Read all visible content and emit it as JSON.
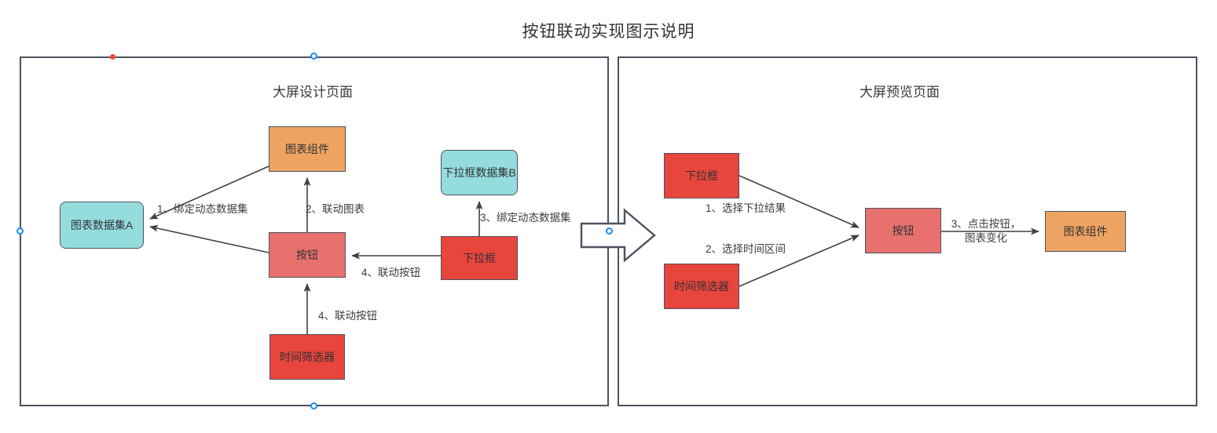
{
  "title": "按钮联动实现图示说明",
  "panels": {
    "left": {
      "title": "大屏设计页面"
    },
    "right": {
      "title": "大屏预览页面"
    }
  },
  "nodes": {
    "left": [
      {
        "id": "dataset-a",
        "label": "图表数据集A",
        "color": "#95DDDD"
      },
      {
        "id": "chart-comp",
        "label": "图表组件",
        "color": "#EFA362"
      },
      {
        "id": "button",
        "label": "按钮",
        "color": "#E8716D"
      },
      {
        "id": "time-filter",
        "label": "时间筛选器",
        "color": "#E8453C"
      },
      {
        "id": "dataset-b",
        "label": "下拉框数据集B",
        "color": "#95DDDD"
      },
      {
        "id": "dropdown",
        "label": "下拉框",
        "color": "#E8453C"
      }
    ],
    "right": [
      {
        "id": "dropdown",
        "label": "下拉框",
        "color": "#E8453C"
      },
      {
        "id": "time-filter",
        "label": "时间筛选器",
        "color": "#E8453C"
      },
      {
        "id": "button",
        "label": "按钮",
        "color": "#E8716D"
      },
      {
        "id": "chart-comp",
        "label": "图表组件",
        "color": "#EFA362"
      }
    ]
  },
  "edges": {
    "left": [
      {
        "id": "e1",
        "label": "1、绑定动态数据集",
        "from": "chart-comp",
        "to": "dataset-a"
      },
      {
        "id": "e1b",
        "label": "",
        "from": "button",
        "to": "dataset-a"
      },
      {
        "id": "e2",
        "label": "2、联动图表",
        "from": "button",
        "to": "chart-comp"
      },
      {
        "id": "e3",
        "label": "3、绑定动态数据集",
        "from": "dropdown",
        "to": "dataset-b"
      },
      {
        "id": "e4a",
        "label": "4、联动按钮",
        "from": "dropdown",
        "to": "button"
      },
      {
        "id": "e4b",
        "label": "4、联动按钮",
        "from": "time-filter",
        "to": "button"
      }
    ],
    "right": [
      {
        "id": "r1",
        "label": "1、选择下拉结果",
        "from": "dropdown",
        "to": "button"
      },
      {
        "id": "r2",
        "label": "2、选择时间区间",
        "from": "time-filter",
        "to": "button"
      },
      {
        "id": "r3",
        "label": "3、点击按钮，图表变化",
        "from": "button",
        "to": "chart-comp"
      }
    ]
  },
  "flow_arrow": {
    "name": "block-arrow-right",
    "direction": "right"
  },
  "handles": [
    {
      "name": "handle-top-red",
      "type": "dot",
      "color": "#f4483c"
    },
    {
      "name": "handle-top",
      "type": "circle",
      "color": "#1a8cf0"
    },
    {
      "name": "handle-left",
      "type": "circle",
      "color": "#1a8cf0"
    },
    {
      "name": "handle-middle",
      "type": "circle",
      "color": "#1a8cf0"
    },
    {
      "name": "handle-bottom",
      "type": "circle",
      "color": "#1a8cf0"
    }
  ],
  "colors": {
    "stroke": "#4c535e",
    "cyan": "#95DDDD",
    "orange": "#EFA362",
    "red": "#E8453C",
    "salmon": "#E8716D",
    "handle_blue": "#1a8cf0",
    "handle_red": "#f4483c"
  }
}
